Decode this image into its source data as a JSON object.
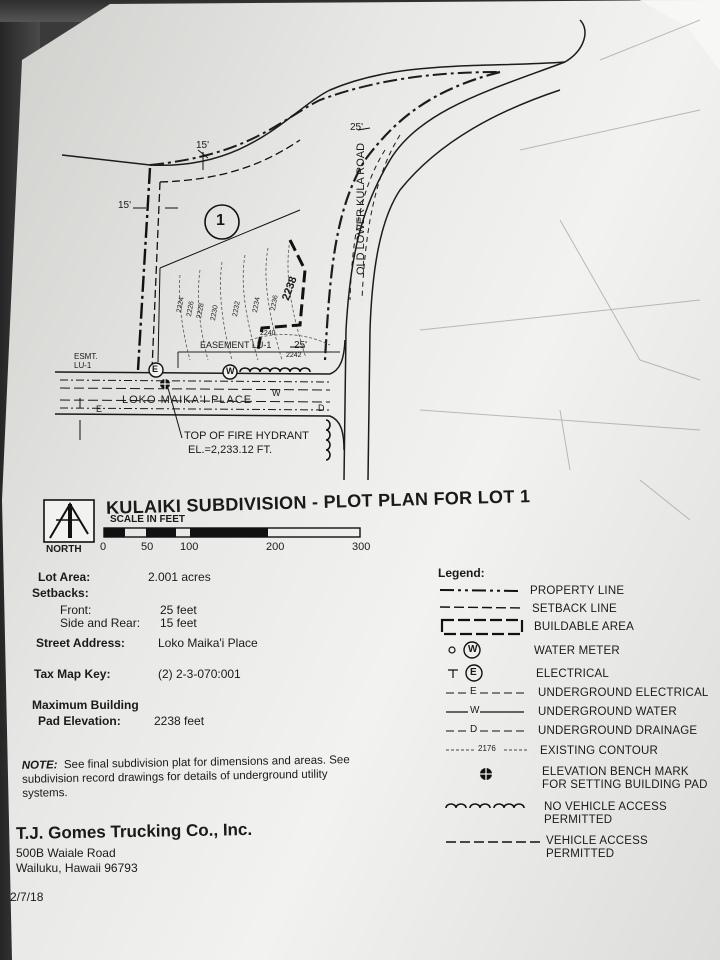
{
  "title": "KULAIKI SUBDIVISION - PLOT PLAN FOR LOT 1",
  "north_label": "NORTH",
  "scale": {
    "label": "SCALE IN FEET",
    "ticks": [
      "0",
      "50",
      "100",
      "200",
      "300"
    ]
  },
  "plan": {
    "lot_number": "1",
    "road_name": "OLD LOWER KULA ROAD",
    "street_label": "LOKO MAIKA'I PLACE",
    "setback_15_top": "15'",
    "setback_15_left": "15'",
    "setback_25_right": "25'",
    "setback_25_bottom": "25'",
    "easement_label": "EASEMENT LU-1",
    "esmt_label": "ESMT. LU-1",
    "pad_label": "2238",
    "contours": [
      "2224",
      "2226",
      "2228",
      "2230",
      "2232",
      "2234",
      "2236",
      "2240",
      "2242"
    ],
    "hydrant_line1": "TOP OF FIRE HYDRANT",
    "hydrant_line2": "EL.=2,233.12 FT.",
    "meter_e": "E",
    "meter_w": "W",
    "line_w": "W",
    "line_e": "E",
    "line_d": "D"
  },
  "details": {
    "lot_area_label": "Lot Area:",
    "lot_area_value": "2.001 acres",
    "setbacks_label": "Setbacks:",
    "front_label": "Front:",
    "front_value": "25 feet",
    "side_rear_label": "Side and Rear:",
    "side_rear_value": "15 feet",
    "street_address_label": "Street Address:",
    "street_address_value": "Loko Maika'i Place",
    "tax_map_key_label": "Tax Map Key:",
    "tax_map_key_value": "(2) 2-3-070:001",
    "max_building_label": "Maximum Building",
    "pad_elevation_label": "Pad Elevation:",
    "pad_elevation_value": "2238 feet"
  },
  "legend": {
    "title": "Legend:",
    "items": [
      "PROPERTY LINE",
      "SETBACK LINE",
      "BUILDABLE AREA",
      "WATER METER",
      "ELECTRICAL",
      "UNDERGROUND ELECTRICAL",
      "UNDERGROUND WATER",
      "UNDERGROUND DRAINAGE",
      "EXISTING CONTOUR",
      "ELEVATION BENCH MARK",
      "FOR SETTING BUILDING PAD",
      "NO VEHICLE ACCESS",
      "PERMITTED",
      "VEHICLE ACCESS",
      "PERMITTED"
    ],
    "symbol_w": "W",
    "symbol_e": "E",
    "line_e": "E",
    "line_w": "W",
    "line_d": "D",
    "contour_value": "2176"
  },
  "note": {
    "label": "NOTE:",
    "text": "See final subdivision plat for dimensions and areas.  See subdivision record drawings for details of underground utility systems."
  },
  "company": {
    "name": "T.J. Gomes Trucking Co., Inc.",
    "address1": "500B Waiale Road",
    "address2": "Wailuku, Hawaii  96793"
  },
  "date": "2/7/18"
}
